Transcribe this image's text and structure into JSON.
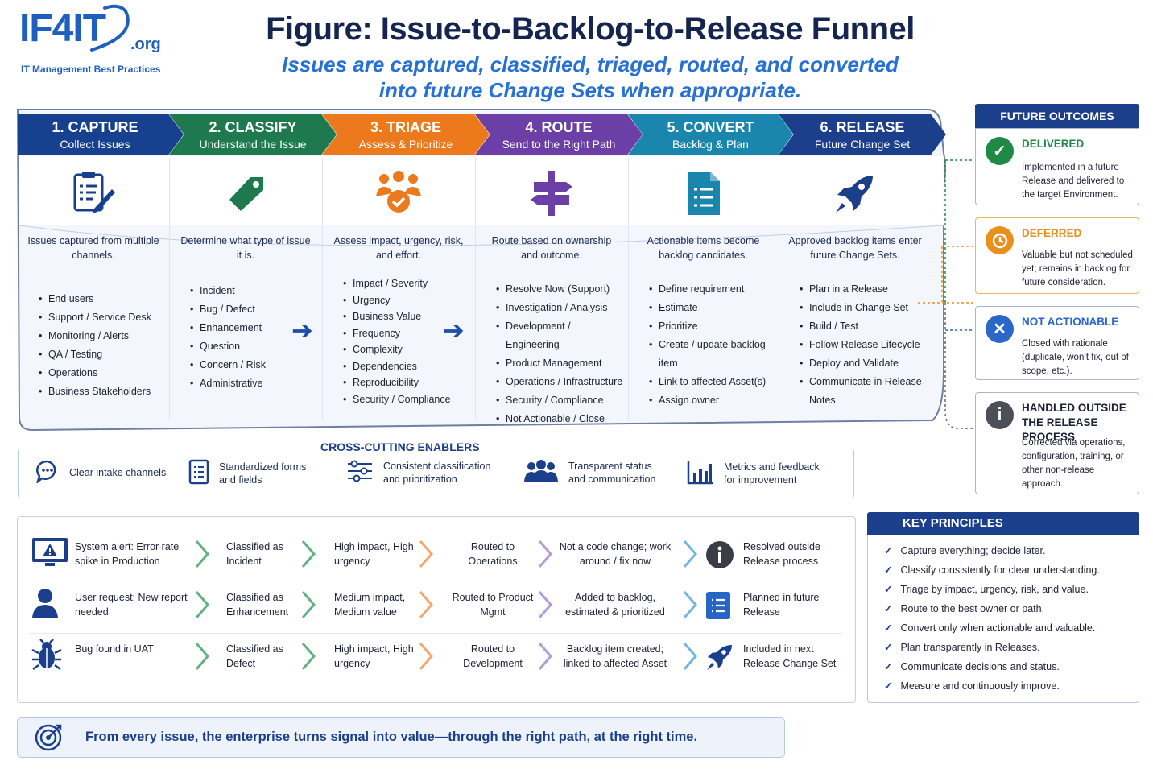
{
  "logo": {
    "word": "IF4IT",
    "org": ".org",
    "tagline": "IT Management Best Practices"
  },
  "title": "Figure: Issue-to-Backlog-to-Release Funnel",
  "subtitle": {
    "line1": "Issues are captured, classified, triaged, routed, and converted",
    "line2": "into future Change Sets when appropriate."
  },
  "stages": [
    {
      "title": "1. CAPTURE",
      "sub": "Collect Issues",
      "color": "#17408f",
      "icon": "clipboard-icon",
      "lead": "Issues captured from multiple channels.",
      "items": [
        "End users",
        "Support / Service Desk",
        "Monitoring / Alerts",
        "QA / Testing",
        "Operations",
        "Business Stakeholders"
      ]
    },
    {
      "title": "2. CLASSIFY",
      "sub": "Understand the Issue",
      "color": "#1e7a4e",
      "icon": "tag-icon",
      "lead": "Determine what type of issue it is.",
      "items": [
        "Incident",
        "Bug / Defect",
        "Enhancement",
        "Question",
        "Concern / Risk",
        "Administrative"
      ]
    },
    {
      "title": "3. TRIAGE",
      "sub": "Assess & Prioritize",
      "color": "#ec7a1c",
      "icon": "team-check-icon",
      "lead": "Assess impact, urgency, risk, and effort.",
      "items": [
        "Impact / Severity",
        "Urgency",
        "Business Value",
        "Frequency",
        "Complexity",
        "Dependencies",
        "Reproducibility",
        "Security / Compliance"
      ]
    },
    {
      "title": "4. ROUTE",
      "sub": "Send to the Right Path",
      "color": "#6b3fa6",
      "icon": "signpost-icon",
      "lead": "Route based on ownership and outcome.",
      "items": [
        "Resolve Now (Support)",
        "Investigation / Analysis",
        "Development / Engineering",
        "Product Management",
        "Operations / Infrastructure",
        "Security / Compliance",
        "Not Actionable / Close"
      ]
    },
    {
      "title": "5. CONVERT",
      "sub": "Backlog & Plan",
      "color": "#1b86ad",
      "icon": "document-list-icon",
      "lead": "Actionable items become backlog candidates.",
      "items": [
        "Define requirement",
        "Estimate",
        "Prioritize",
        "Create / update backlog item",
        "Link to affected Asset(s)",
        "Assign owner"
      ]
    },
    {
      "title": "6. RELEASE",
      "sub": "Future Change Set",
      "color": "#1b3f8a",
      "icon": "rocket-icon",
      "lead": "Approved backlog items enter future Change Sets.",
      "items": [
        "Plan in a Release",
        "Include in Change Set",
        "Build / Test",
        "Follow Release Lifecycle",
        "Deploy and Validate",
        "Communicate in Release Notes"
      ]
    }
  ],
  "future_outcomes": {
    "title": "FUTURE OUTCOMES",
    "items": [
      {
        "heading": "DELIVERED",
        "body": "Implemented in a future Release and delivered to the target Environment.",
        "color": "#1f8a45",
        "icon": "checkmark-icon"
      },
      {
        "heading": "DEFERRED",
        "body": "Valuable but not scheduled yet; remains in backlog for future consideration.",
        "color": "#e8901e",
        "icon": "clock-icon"
      },
      {
        "heading": "NOT ACTIONABLE",
        "body": "Closed with rationale (duplicate, won’t fix, out of scope, etc.).",
        "color": "#2b66c9",
        "icon": "x-icon"
      },
      {
        "heading": "HANDLED OUTSIDE THE RELEASE PROCESS",
        "body": "Corrected via operations, configuration, training, or other non-release approach.",
        "color": "#4a4f58",
        "icon": "info-icon"
      }
    ]
  },
  "enablers": {
    "title": "CROSS-CUTTING ENABLERS",
    "items": [
      {
        "label": "Clear intake channels",
        "icon": "chat-bubble-icon"
      },
      {
        "label": "Standardized forms and fields",
        "icon": "form-icon"
      },
      {
        "label": "Consistent classification and prioritization",
        "icon": "sliders-icon"
      },
      {
        "label": "Transparent status and communication",
        "icon": "people-icon"
      },
      {
        "label": "Metrics and feedback for improvement",
        "icon": "bar-chart-icon"
      }
    ]
  },
  "examples": [
    {
      "icon": "monitor-alert-icon",
      "cells": [
        "System alert: Error rate spike in Production",
        "Classified as Incident",
        "High impact, High urgency",
        "Routed to Operations",
        "Not a code change; work around / fix now",
        "Resolved outside Release process"
      ],
      "end_icon": "info-icon"
    },
    {
      "icon": "user-icon",
      "cells": [
        "User request: New report needed",
        "Classified as Enhancement",
        "Medium impact, Medium value",
        "Routed to Product Mgmt",
        "Added to backlog, estimated & prioritized",
        "Planned in future Release"
      ],
      "end_icon": "document-list-icon"
    },
    {
      "icon": "bug-icon",
      "cells": [
        "Bug found in UAT",
        "Classified as Defect",
        "High impact, High urgency",
        "Routed to Development",
        "Backlog item created; linked to affected Asset",
        "Included in next Release Change Set"
      ],
      "end_icon": "rocket-icon"
    }
  ],
  "key_principles": {
    "title": "KEY PRINCIPLES",
    "items": [
      "Capture everything; decide later.",
      "Classify consistently for clear understanding.",
      "Triage by impact, urgency, risk, and value.",
      "Route to the best owner or path.",
      "Convert only when actionable and valuable.",
      "Plan transparently in Releases.",
      "Communicate decisions and status.",
      "Measure and continuously improve."
    ]
  },
  "footer": {
    "text": "From every issue, the enterprise turns signal into value—through the right path, at the right time.",
    "icon": "target-icon"
  }
}
